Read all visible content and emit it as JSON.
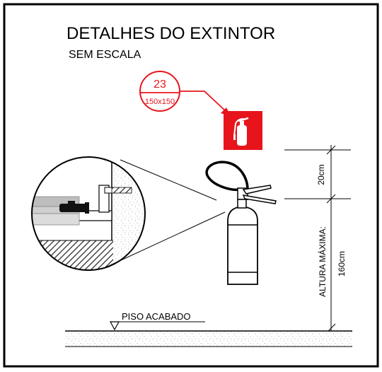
{
  "title": "DETALHES DO EXTINTOR",
  "subtitle": "SEM ESCALA",
  "tag": {
    "number": "23",
    "size": "150x150",
    "color": "#e8141c"
  },
  "sign": {
    "background": "#e8141c",
    "icon": "fire-extinguisher-icon"
  },
  "dimensions": {
    "top": "20cm",
    "height": "160cm",
    "height_caption": "ALTURA MÁXIMA:"
  },
  "floor_label": "PISO ACABADO"
}
